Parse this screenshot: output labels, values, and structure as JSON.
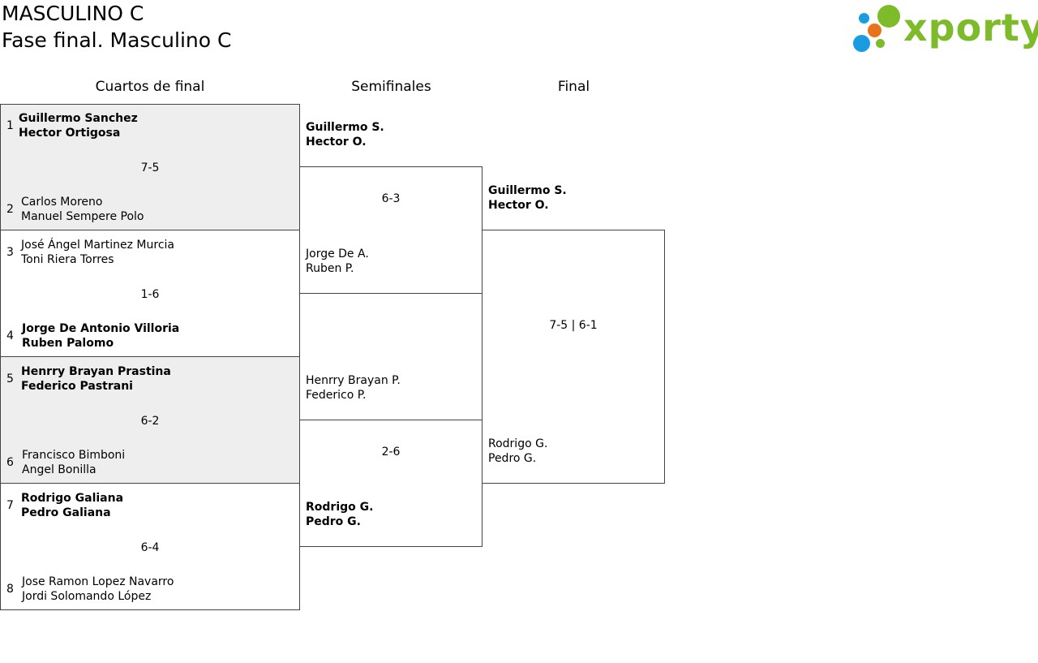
{
  "header": {
    "category": "MASCULINO C",
    "phase": "Fase final. Masculino C",
    "logo_text": "xporty",
    "logo_colors": {
      "blue": "#1b9be0",
      "orange": "#e8731c",
      "green": "#7dbb2a"
    }
  },
  "rounds": [
    "Cuartos de final",
    "Semifinales",
    "Final"
  ],
  "quarterfinals": [
    {
      "score": "7-5",
      "top": {
        "seed": "1",
        "players": [
          "Guillermo Sanchez",
          "Hector Ortigosa"
        ],
        "winner": true
      },
      "bottom": {
        "seed": "2",
        "players": [
          "Carlos Moreno",
          "Manuel Sempere Polo"
        ],
        "winner": false
      }
    },
    {
      "score": "1-6",
      "top": {
        "seed": "3",
        "players": [
          "José Ángel Martinez Murcia",
          "Toni Riera Torres"
        ],
        "winner": false
      },
      "bottom": {
        "seed": "4",
        "players": [
          "Jorge De Antonio Villoria",
          "Ruben Palomo"
        ],
        "winner": true
      }
    },
    {
      "score": "6-2",
      "top": {
        "seed": "5",
        "players": [
          "Henrry Brayan Prastina",
          "Federico Pastrani"
        ],
        "winner": true
      },
      "bottom": {
        "seed": "6",
        "players": [
          "Francisco Bimboni",
          "Angel Bonilla"
        ],
        "winner": false
      }
    },
    {
      "score": "6-4",
      "top": {
        "seed": "7",
        "players": [
          "Rodrigo Galiana",
          "Pedro Galiana"
        ],
        "winner": true
      },
      "bottom": {
        "seed": "8",
        "players": [
          "Jose Ramon Lopez Navarro",
          "Jordi Solomando López"
        ],
        "winner": false
      }
    }
  ],
  "semifinals": [
    {
      "score": "6-3",
      "top": {
        "players": [
          "Guillermo S.",
          "Hector O."
        ],
        "winner": true
      },
      "bottom": {
        "players": [
          "Jorge De A.",
          "Ruben P."
        ],
        "winner": false
      }
    },
    {
      "score": "2-6",
      "top": {
        "players": [
          "Henrry Brayan P.",
          "Federico P."
        ],
        "winner": false
      },
      "bottom": {
        "players": [
          "Rodrigo G.",
          "Pedro G."
        ],
        "winner": true
      }
    }
  ],
  "final": {
    "score": "7-5 | 6-1",
    "top": {
      "players": [
        "Guillermo S.",
        "Hector O."
      ],
      "winner": true
    },
    "bottom": {
      "players": [
        "Rodrigo G.",
        "Pedro G."
      ],
      "winner": false
    }
  }
}
